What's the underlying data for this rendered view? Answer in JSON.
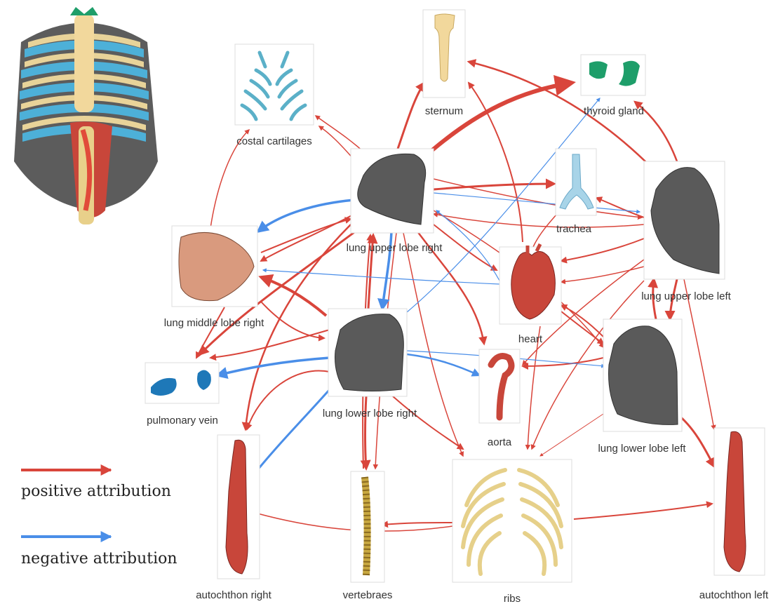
{
  "nodes": {
    "costal_cartilages": "costal cartilages",
    "sternum": "sternum",
    "thyroid_gland": "thyroid gland",
    "trachea": "trachea",
    "lung_upper_lobe_right": "lung upper lobe right",
    "lung_upper_lobe_left": "lung upper lobe left",
    "lung_middle_lobe_right": "lung middle lobe right",
    "heart": "heart",
    "lung_lower_lobe_right": "lung lower lobe right",
    "lung_lower_lobe_left": "lung lower lobe left",
    "pulmonary_vein": "pulmonary vein",
    "aorta": "aorta",
    "autochthon_right": "autochthon right",
    "vertebraes": "vertebraes",
    "ribs": "ribs",
    "autochthon_left": "autochthon left"
  },
  "legend": {
    "positive": "positive attribution",
    "negative": "negative attribution"
  },
  "colors": {
    "positive": "#d9453b",
    "negative": "#4a8ee8",
    "lung": "#5a5a5a",
    "bone": "#f2d89c",
    "cartilage": "#5bb0c8",
    "thyroid": "#1e9e6a",
    "muscle": "#c8463a",
    "middle_lobe": "#d99a7e"
  },
  "icons": [
    "torso-overview-icon",
    "costal-cartilage-icon",
    "sternum-icon",
    "thyroid-icon",
    "trachea-icon",
    "lung-icon",
    "heart-icon",
    "aorta-icon",
    "pulmonary-vein-icon",
    "autochthon-icon",
    "vertebrae-icon",
    "ribs-icon"
  ]
}
